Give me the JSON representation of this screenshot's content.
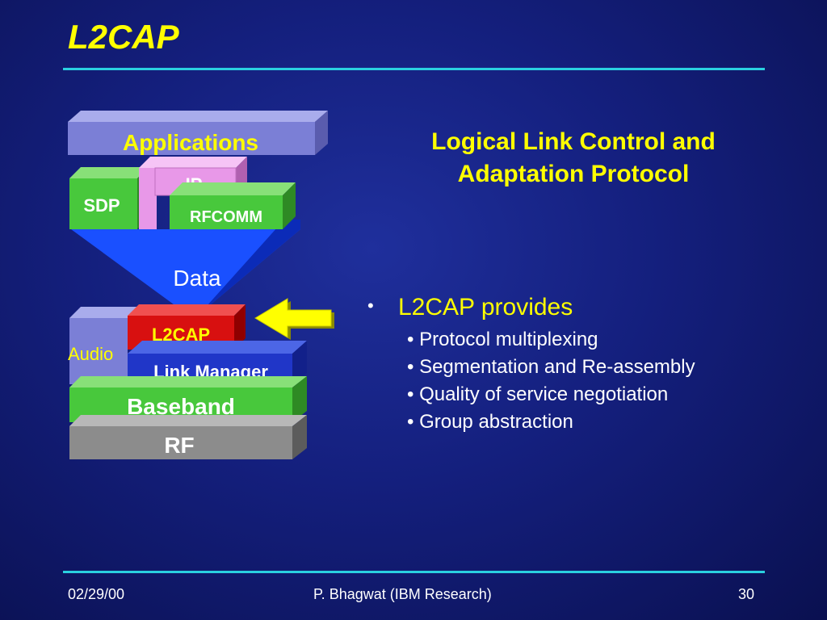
{
  "slide": {
    "title": "L2CAP",
    "subtitle_line1": "Logical Link Control and",
    "subtitle_line2": "Adaptation Protocol",
    "bullet": "L2CAP provides",
    "sub_bullets": [
      "• Protocol multiplexing",
      "• Segmentation and Re-assembly",
      "• Quality of service negotiation",
      "• Group abstraction"
    ]
  },
  "stack": {
    "applications": "Applications",
    "ip": "IP",
    "sdp": "SDP",
    "rfcomm": "RFCOMM",
    "data": "Data",
    "audio": "Audio",
    "l2cap": "L2CAP",
    "link_manager": "Link Manager",
    "baseband": "Baseband",
    "rf": "RF"
  },
  "footer": {
    "date": "02/29/00",
    "author": "P. Bhagwat  (IBM Research)",
    "page": "30"
  },
  "colors": {
    "title": "#ffff00",
    "rule": "#2ad0e0",
    "applications": "#7b7fd6",
    "green": "#48c83c",
    "pink": "#e898e8",
    "l2cap": "#d81010",
    "link_manager": "#2036c8",
    "rf": "#8c8c8c"
  }
}
